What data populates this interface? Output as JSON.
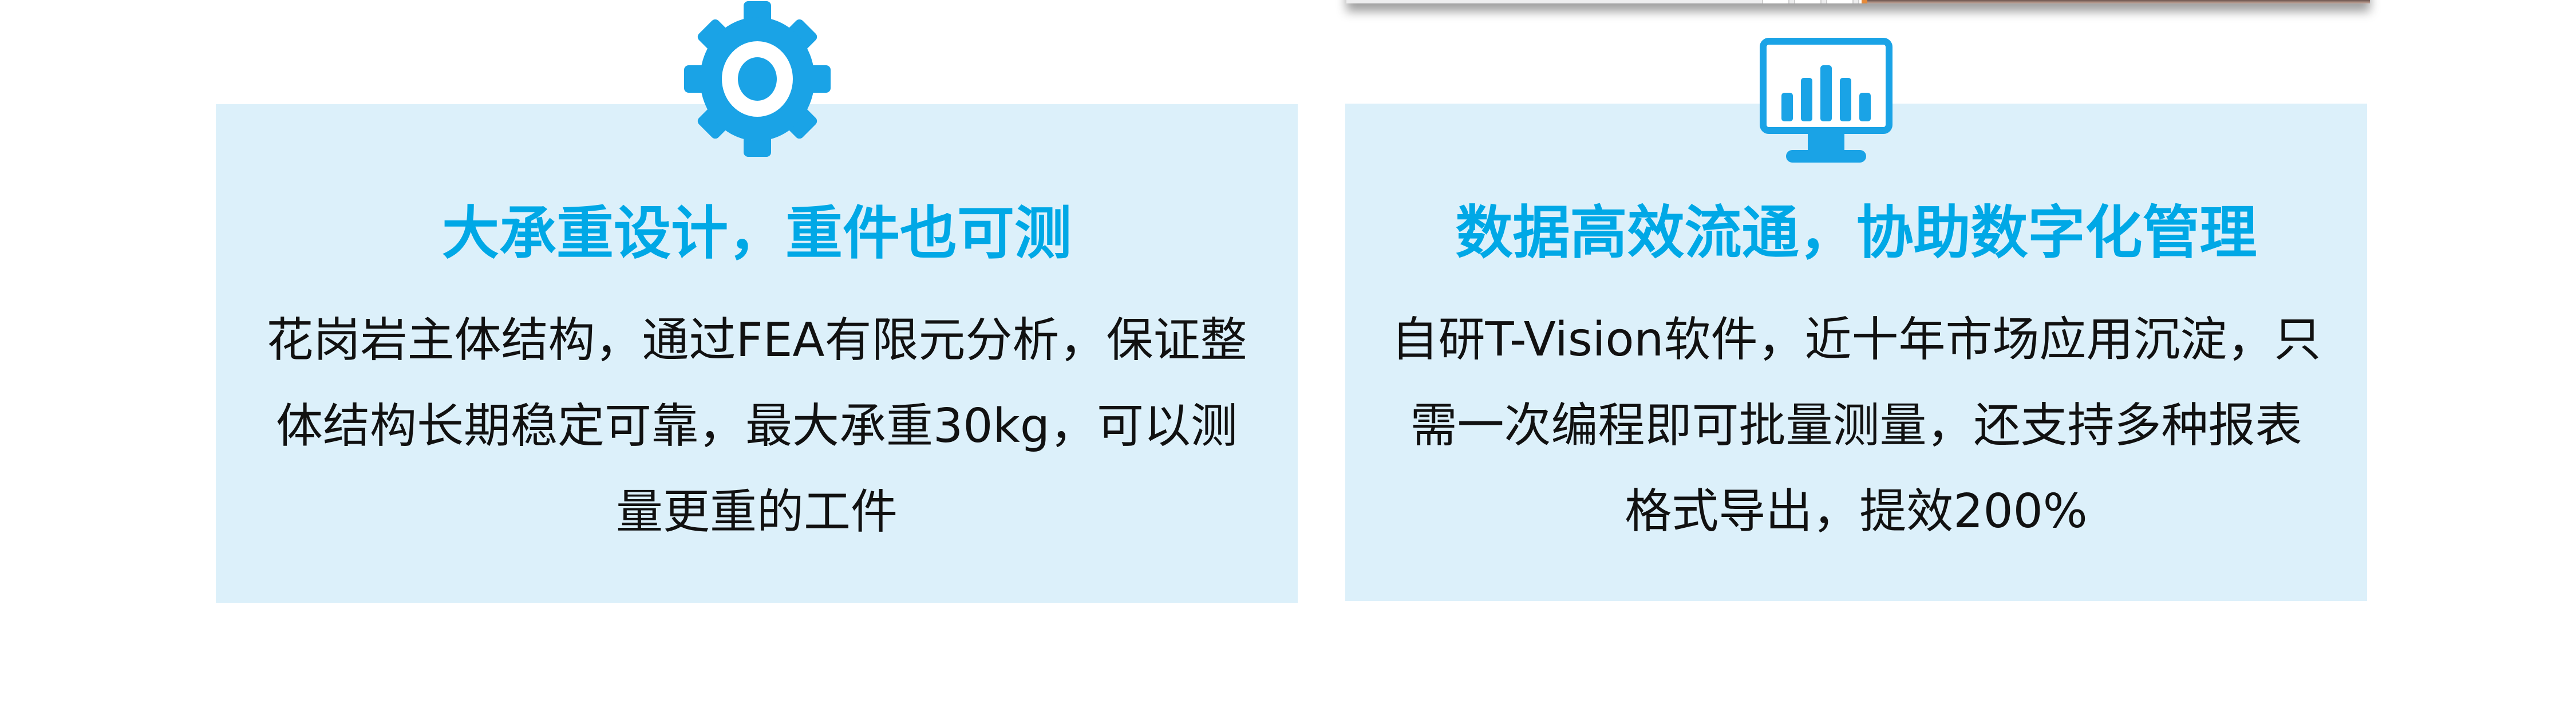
{
  "colors": {
    "accent": "#00a8e6",
    "icon": "#1aa3e6",
    "card_bg": "#dcf0fa",
    "body_text": "#111111",
    "page_bg": "#ffffff"
  },
  "top_image": {
    "description": "cropped bottom edge of a product photo with drop shadow"
  },
  "features": [
    {
      "icon": "gear-icon",
      "title": "大承重设计，重件也可测",
      "body_lines": [
        "花岗岩主体结构，通过FEA有限元分析，保证整",
        "体结构长期稳定可靠，最大承重30kg，可以测",
        "量更重的工件"
      ]
    },
    {
      "icon": "monitor-chart-icon",
      "title": "数据高效流通，协助数字化管理",
      "body_lines": [
        "自研T-Vision软件，近十年市场应用沉淀，只",
        "需一次编程即可批量测量，还支持多种报表",
        "格式导出，提效200%"
      ]
    }
  ]
}
